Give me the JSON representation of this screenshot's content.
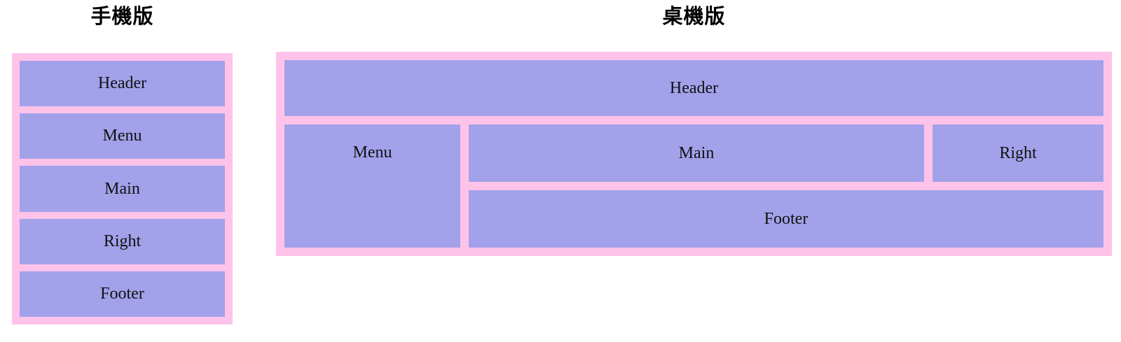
{
  "colors": {
    "container_pink": "#ffc3ea",
    "box_purple": "#a3a1ea",
    "label_text": "#111111",
    "title_text": "#000000",
    "page_background": "#ffffff"
  },
  "mobile": {
    "title": "手機版",
    "sections": [
      {
        "label": "Header"
      },
      {
        "label": "Menu"
      },
      {
        "label": "Main"
      },
      {
        "label": "Right"
      },
      {
        "label": "Footer"
      }
    ]
  },
  "desktop": {
    "title": "桌機版",
    "sections": {
      "header": "Header",
      "menu": "Menu",
      "main": "Main",
      "right": "Right",
      "footer": "Footer"
    }
  }
}
